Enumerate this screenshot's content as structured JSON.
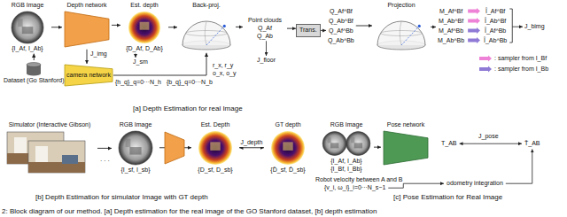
{
  "diagram": {
    "caption": "2: Block diagram of our method. [a] Depth estimation for the real image of the GO Stanford dataset, [b] depth estimation",
    "nodes": [
      {
        "text": [
          "RGB Image",
          "{I_Af, I_Ab}"
        ]
      },
      {
        "text": [
          "Dataset (Go Stanford)"
        ]
      },
      {
        "text": [
          "Depth network"
        ]
      },
      {
        "text": [
          "Est. depth",
          "{D_Af, D_Ab}"
        ]
      },
      {
        "text": [
          "camera network"
        ]
      },
      {
        "text": [
          "Back-proj."
        ]
      },
      {
        "text": [
          "Point clouds",
          "Q_Af",
          "Q_Ab"
        ]
      },
      {
        "text": [
          "Trans."
        ]
      },
      {
        "text": [
          "Q_Af^Bf",
          "Q_Ab^Bf",
          "Q_Af^Bb",
          "Q_Ab^Bb"
        ]
      },
      {
        "text": [
          "Projection"
        ]
      },
      {
        "text": [
          "M_Af^Bf",
          "M_Ab^Bf",
          "M_Af^Bb",
          "M_Ab^Bb"
        ]
      },
      {
        "text": [
          "Î_Af^Bf",
          "Î_Ab^Bf",
          "Î_Af^Bb",
          "Î_Ab^Bb"
        ]
      },
      {
        "text": [
          "Simulator (Interactive Gibson)"
        ]
      },
      {
        "text": [
          "RGB Image",
          "{I_sf, I_sb}"
        ]
      },
      {
        "text": [
          "Est. Depth",
          "{D_sf, D_sb}"
        ]
      },
      {
        "text": [
          "GT depth",
          "{D̄_sf, D̄_sb}"
        ]
      },
      {
        "text": [
          "RGB Image",
          "{I_Af, I_Ab}",
          "{I_Bf, I_Bb}"
        ]
      },
      {
        "text": [
          "Pose network"
        ]
      }
    ],
    "edges": [
      {
        "from": 1,
        "to": 0,
        "arrow": "to"
      },
      {
        "from": 0,
        "to": 2,
        "arrow": "to"
      },
      {
        "from": 2,
        "to": 3,
        "arrow": "to"
      },
      {
        "from": 2,
        "to": 4,
        "arrow": "to"
      },
      {
        "from": 3,
        "to": 5,
        "arrow": "to"
      },
      {
        "from": 4,
        "to": 5,
        "arrow": "to"
      },
      {
        "from": 5,
        "to": 6,
        "arrow": "to"
      },
      {
        "from": 6,
        "to": 7,
        "arrow": "to"
      },
      {
        "from": 7,
        "to": 8,
        "arrow": "to"
      },
      {
        "from": 8,
        "to": 9,
        "arrow": "to"
      },
      {
        "from": 9,
        "to": 10,
        "arrow": "to"
      },
      {
        "from": 12,
        "to": 13,
        "arrow": "to"
      },
      {
        "from": 13,
        "to": 14,
        "arrow": "to"
      },
      {
        "from": 14,
        "to": 15,
        "arrow": "both",
        "label": "J_depth"
      },
      {
        "from": 16,
        "to": 17,
        "arrow": "to"
      }
    ],
    "labels": [
      "J_img",
      "J_sm",
      "{h_q}_q=0···N_h",
      "{b_q}_q=0···N_b",
      "r_x, r_y",
      "o_x, o_y",
      "J_floor",
      "J_bimg",
      "[a] Depth Estimation for real Image",
      "· · ·",
      "[b] Depth Estimation for simulator Image with GT depth",
      "T_AB",
      "J_pose",
      "T̄_AB",
      "Robot velocity between A and B",
      "{v_i, ω_i}_i=0···N_s−1",
      "odometry integration",
      "[c] Pose Estimation for Real Image"
    ],
    "legend": [
      {
        "text": ": sampler from I_Bf",
        "color": "#ee82d6"
      },
      {
        "text": ": sampler from I_Bb",
        "color": "#8f7ad6"
      }
    ]
  }
}
